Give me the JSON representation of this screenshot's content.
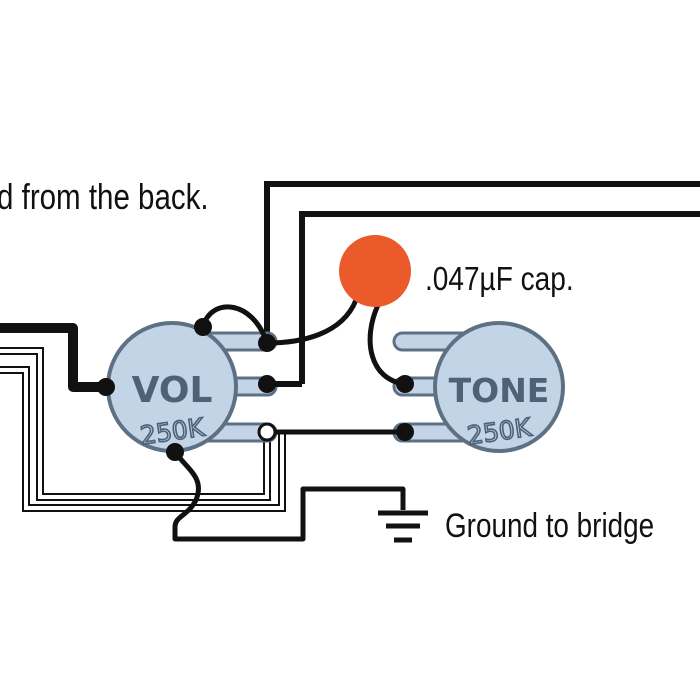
{
  "diagram": {
    "header_text": "d from the back.",
    "capacitor": {
      "label": ".047µF cap.",
      "color": "#ea5a2a"
    },
    "volume_pot": {
      "name": "VOL",
      "value": "250K"
    },
    "tone_pot": {
      "name": "TONE",
      "value": "250K"
    },
    "ground": {
      "label": "Ground to bridge"
    },
    "colors": {
      "pot_fill": "#c3d4e6",
      "pot_stroke": "#5e7184",
      "pot_text": "#4d6276",
      "wire": "#111111",
      "white_wire": "#ffffff"
    }
  }
}
